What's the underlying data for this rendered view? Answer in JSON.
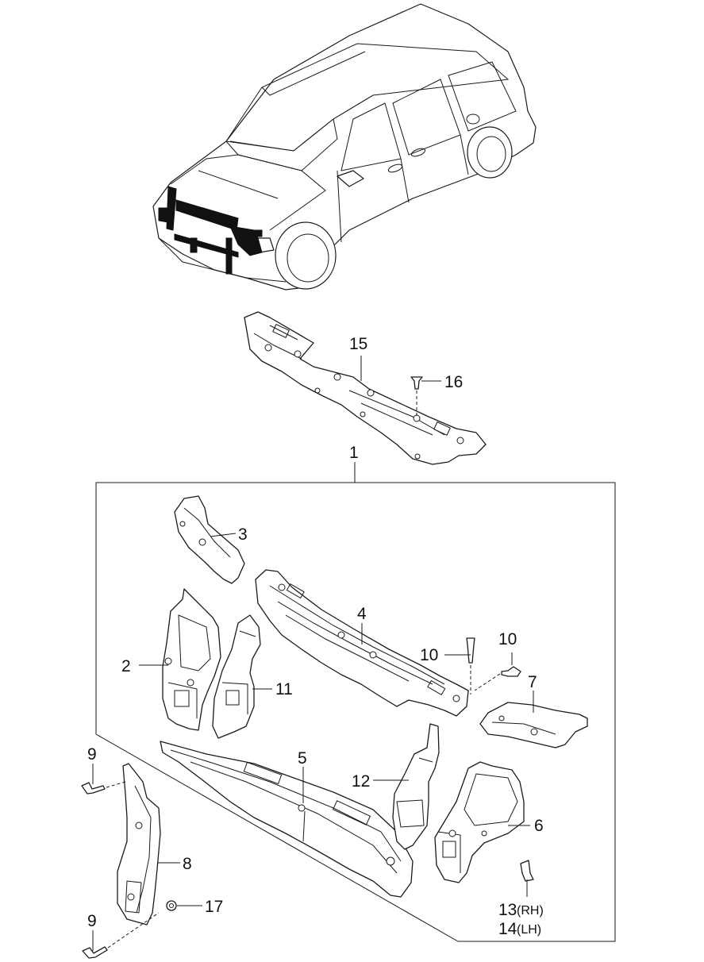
{
  "callouts": {
    "c1": "1",
    "c2": "2",
    "c3": "3",
    "c4": "4",
    "c5": "5",
    "c6": "6",
    "c7": "7",
    "c8": "8",
    "c9_top": "9",
    "c9_bottom": "9",
    "c10_left": "10",
    "c10_right": "10",
    "c11": "11",
    "c12": "12",
    "c13": "13",
    "c13_side": "(RH)",
    "c14": "14",
    "c14_side": "(LH)",
    "c15": "15",
    "c16": "16",
    "c17": "17"
  }
}
